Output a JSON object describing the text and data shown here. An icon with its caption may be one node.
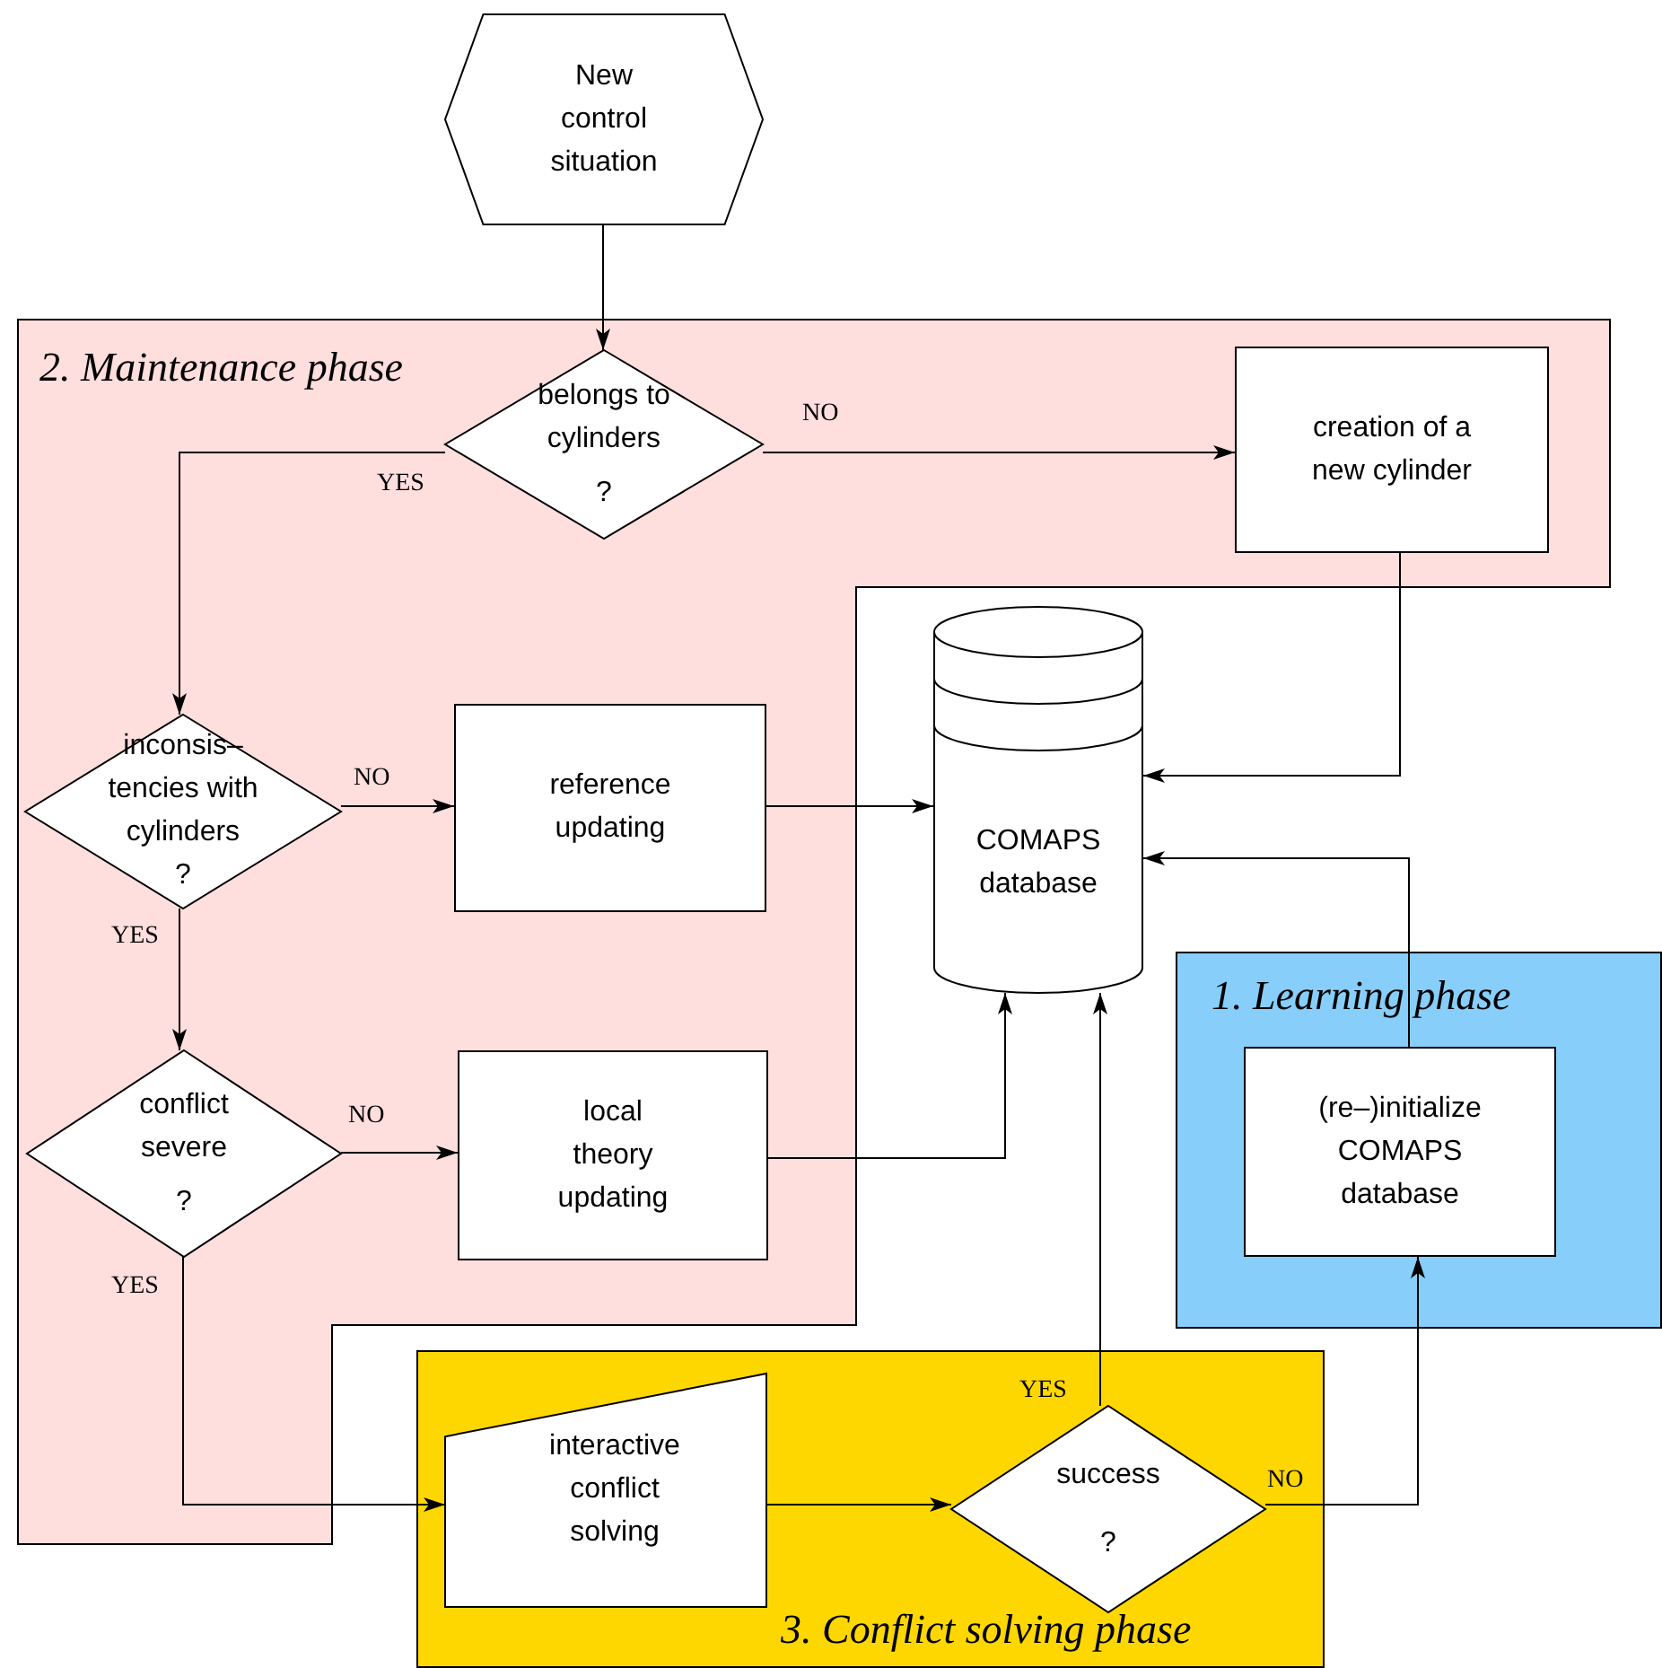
{
  "diagram": {
    "nodes": [
      {
        "text": [
          "New control situation"
        ]
      },
      {
        "text": [
          "2. Maintenance phase"
        ]
      },
      {
        "text": [
          "belongs to cylinders",
          "?"
        ],
        "in": 1
      },
      {
        "text": [
          "creation of a new cylinder"
        ],
        "in": 1
      },
      {
        "text": [
          "inconsis– tencies with cylinders",
          "?"
        ],
        "in": 1
      },
      {
        "text": [
          "reference updating"
        ],
        "in": 1
      },
      {
        "text": [
          "conflict severe",
          "?"
        ],
        "in": 1
      },
      {
        "text": [
          "local theory updating"
        ],
        "in": 1
      },
      {
        "text": [
          "COMAPS database"
        ]
      },
      {
        "text": [
          "1. Learning phase"
        ]
      },
      {
        "text": [
          "(re–)initialize COMAPS database"
        ],
        "in": 9
      },
      {
        "text": [
          "3. Conflict solving phase"
        ]
      },
      {
        "text": [
          "interactive conflict solving"
        ],
        "in": 11
      },
      {
        "text": [
          "success",
          "?"
        ],
        "in": 11
      }
    ],
    "edges": [
      {
        "from": 0,
        "to": 2,
        "arrow": "to"
      },
      {
        "from": 2,
        "to": 3,
        "arrow": "to",
        "label": "NO"
      },
      {
        "from": 2,
        "to": 4,
        "arrow": "to",
        "label": "YES"
      },
      {
        "from": 4,
        "to": 5,
        "arrow": "to",
        "label": "NO"
      },
      {
        "from": 4,
        "to": 6,
        "arrow": "to",
        "label": "YES"
      },
      {
        "from": 5,
        "to": 8,
        "arrow": "to"
      },
      {
        "from": 6,
        "to": 7,
        "arrow": "to",
        "label": "NO"
      },
      {
        "from": 7,
        "to": 8,
        "arrow": "to"
      },
      {
        "from": 6,
        "to": 12,
        "arrow": "to",
        "label": "YES"
      },
      {
        "from": 3,
        "to": 8,
        "arrow": "to"
      },
      {
        "from": 10,
        "to": 8,
        "arrow": "to"
      },
      {
        "from": 12,
        "to": 13,
        "arrow": "to"
      },
      {
        "from": 13,
        "to": 8,
        "arrow": "to",
        "label": "YES"
      },
      {
        "from": 13,
        "to": 10,
        "arrow": "to",
        "label": "NO"
      }
    ]
  }
}
